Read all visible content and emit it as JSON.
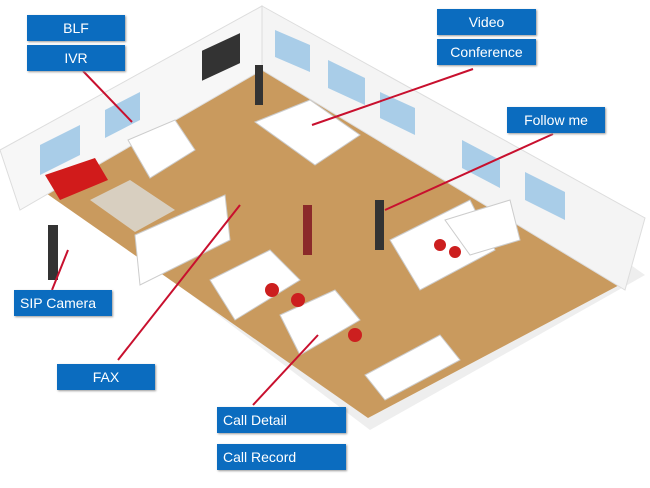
{
  "labels": {
    "blf": "BLF",
    "ivr": "IVR",
    "video": "Video",
    "conference": "Conference",
    "follow_me": "Follow me",
    "sip_camera": "SIP Camera",
    "fax": "FAX",
    "call_detail": "Call Detail",
    "call_record": "Call Record"
  },
  "colors": {
    "label_bg": "#0b6cbf",
    "pointer": "#c8102e",
    "floor": "#c99a5e"
  }
}
